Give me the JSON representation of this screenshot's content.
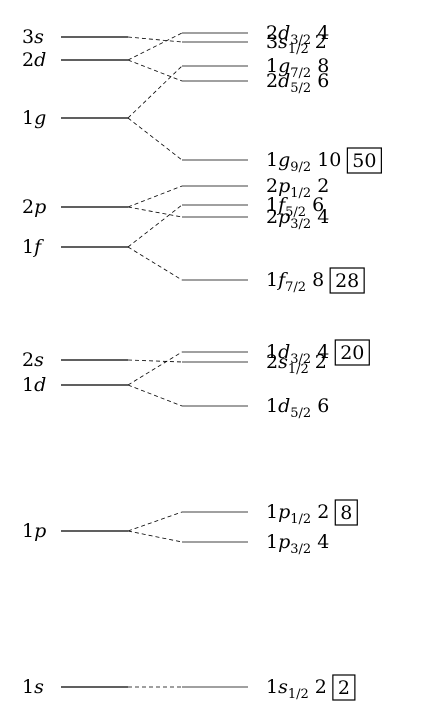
{
  "unsplit_levels": [
    {
      "id": "3s",
      "n": "3",
      "l": "s"
    },
    {
      "id": "2d",
      "n": "2",
      "l": "d"
    },
    {
      "id": "1g",
      "n": "1",
      "l": "g"
    },
    {
      "id": "2p",
      "n": "2",
      "l": "p"
    },
    {
      "id": "1f",
      "n": "1",
      "l": "f"
    },
    {
      "id": "2s",
      "n": "2",
      "l": "s"
    },
    {
      "id": "1d",
      "n": "1",
      "l": "d"
    },
    {
      "id": "1p",
      "n": "1",
      "l": "p"
    },
    {
      "id": "1s",
      "n": "1",
      "l": "s"
    }
  ],
  "split_levels": [
    {
      "n": "2",
      "l": "d",
      "j": "3/2",
      "deg": "4",
      "parent": "2d",
      "magic": ""
    },
    {
      "n": "3",
      "l": "s",
      "j": "1/2",
      "deg": "2",
      "parent": "3s",
      "magic": ""
    },
    {
      "n": "1",
      "l": "g",
      "j": "7/2",
      "deg": "8",
      "parent": "1g",
      "magic": ""
    },
    {
      "n": "2",
      "l": "d",
      "j": "5/2",
      "deg": "6",
      "parent": "2d",
      "magic": ""
    },
    {
      "n": "1",
      "l": "g",
      "j": "9/2",
      "deg": "10",
      "parent": "1g",
      "magic": "50"
    },
    {
      "n": "2",
      "l": "p",
      "j": "1/2",
      "deg": "2",
      "parent": "2p",
      "magic": ""
    },
    {
      "n": "1",
      "l": "f",
      "j": "5/2",
      "deg": "6",
      "parent": "1f",
      "magic": ""
    },
    {
      "n": "2",
      "l": "p",
      "j": "3/2",
      "deg": "4",
      "parent": "2p",
      "magic": ""
    },
    {
      "n": "1",
      "l": "f",
      "j": "7/2",
      "deg": "8",
      "parent": "1f",
      "magic": "28"
    },
    {
      "n": "1",
      "l": "d",
      "j": "3/2",
      "deg": "4",
      "parent": "1d",
      "magic": "20"
    },
    {
      "n": "2",
      "l": "s",
      "j": "1/2",
      "deg": "2",
      "parent": "2s",
      "magic": ""
    },
    {
      "n": "1",
      "l": "d",
      "j": "5/2",
      "deg": "6",
      "parent": "1d",
      "magic": ""
    },
    {
      "n": "1",
      "l": "p",
      "j": "1/2",
      "deg": "2",
      "parent": "1p",
      "magic": "8"
    },
    {
      "n": "1",
      "l": "p",
      "j": "3/2",
      "deg": "4",
      "parent": "1p",
      "magic": ""
    },
    {
      "n": "1",
      "l": "s",
      "j": "1/2",
      "deg": "2",
      "parent": "1s",
      "magic": "2"
    }
  ]
}
